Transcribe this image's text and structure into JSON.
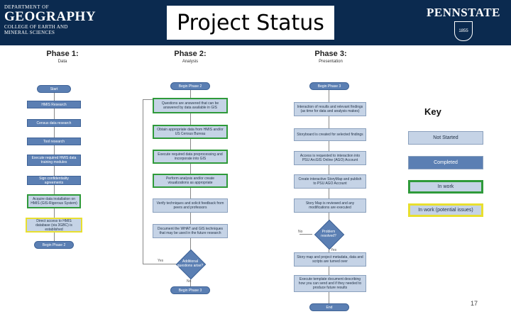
{
  "header": {
    "dept_small": "DEPARTMENT OF",
    "dept_big": "GEOGRAPHY",
    "dept_sub1": "COLLEGE OF EARTH AND",
    "dept_sub2": "MINERAL SCIENCES",
    "title": "Project Status",
    "psu_word": "PENNSTATE",
    "psu_year": "1855"
  },
  "phases": [
    {
      "title": "Phase 1:",
      "subtitle": "Data"
    },
    {
      "title": "Phase 2:",
      "subtitle": "Analysis"
    },
    {
      "title": "Phase 3:",
      "subtitle": "Presentation"
    }
  ],
  "phase1": [
    "Start",
    "HMIS Research",
    "Census data research",
    "Tool research",
    "Execute required HMIS data training modules",
    "Sign confidentiality agreements",
    "Acquire data installation on HMIS (GIS-Rigorous System)",
    "Direct access to HMIS database (via 3GBC) is established",
    "Begin Phase 2"
  ],
  "phase2": [
    "Begin Phase 2",
    "Questions are answered that can be answered by data available in GIS",
    "Obtain appropriate data from HMIS and/or US Census Bureau",
    "Execute required data preprocessing and incorporate into GIS",
    "Perform analysis and/or create visualizations as appropriate",
    "Verify techniques and solicit feedback from peers and professors",
    "Document the WHAT and GIS techniques that may be used in the future research",
    "Additional questions arise?",
    "Begin Phase 3"
  ],
  "phase2_labels": {
    "yes": "Yes",
    "no": "No"
  },
  "phase3": [
    "Begin Phase 3",
    "Interaction of results and relevant findings (as time for data and analysis makes)",
    "Storyboard is created for selected findings",
    "Access is requested to interaction into PSU ArcGIS Online (AGO) Account",
    "Create interactive StoryMap and publish to PSU AGO Account",
    "Story Map is reviewed and any modifications are executed",
    "Problem resolved?",
    "Story map and project metadata, data and scripts are turned over",
    "Execute template document describing how you can send and if they needed to produce future results",
    "End"
  ],
  "phase3_labels": {
    "no": "No",
    "yes": "Yes"
  },
  "key": {
    "title": "Key",
    "items": [
      "Not Started",
      "Completed",
      "In work",
      "In work (potential issues)"
    ]
  },
  "colors": {
    "header_bg": "#0b2a4f",
    "not_started": "#c5d3e6",
    "completed": "#5b7fb3",
    "in_work_border": "#2f9a3a",
    "issue_border": "#e8df2f"
  },
  "page_number": "17"
}
